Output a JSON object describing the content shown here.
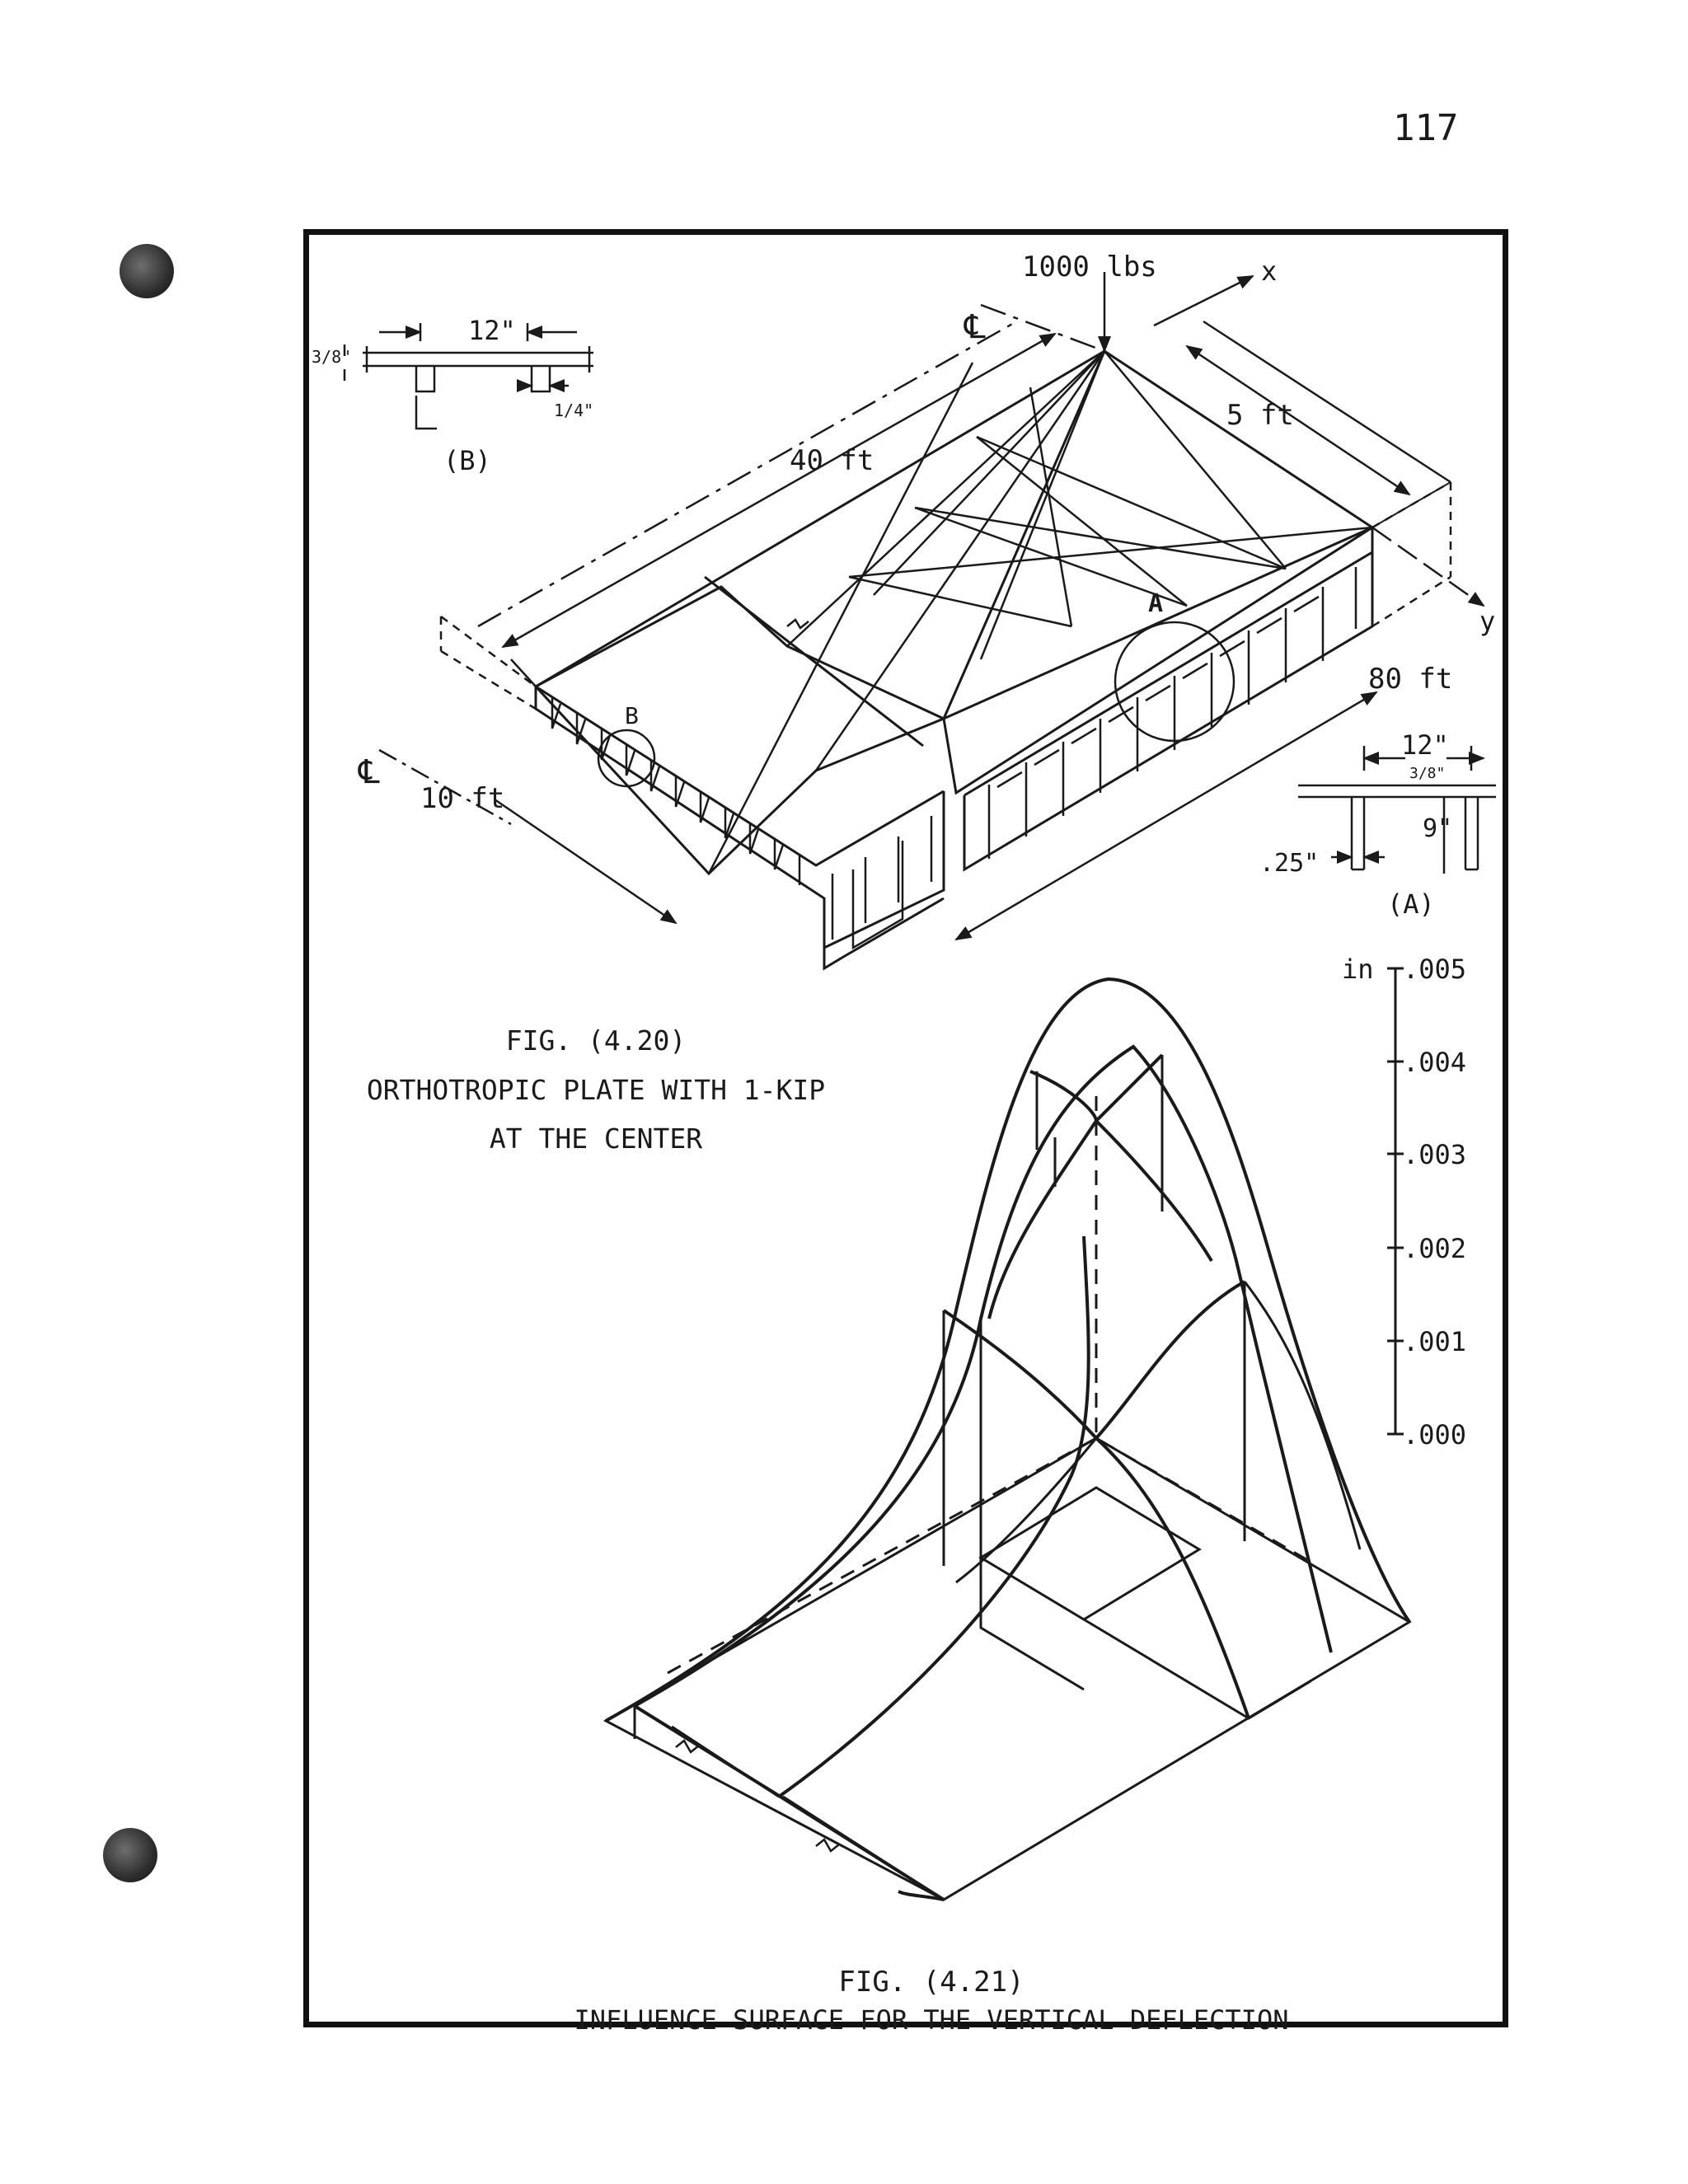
{
  "page_number": "117",
  "fig20": {
    "labels": {
      "load": "1000 lbs",
      "centerline": "℄",
      "axis_x": "x",
      "axis_y": "y",
      "dim_40": "40 ft",
      "dim_5": "5 ft",
      "dim_80": "80 ft",
      "dim_10": "10 ft",
      "detail_a": "A",
      "detail_b": "B"
    },
    "caption": {
      "number": "FIG. (4.20)",
      "line1": "ORTHOTROPIC PLATE WITH 1-KIP",
      "line2": "AT THE CENTER"
    }
  },
  "detail_b": {
    "label": "(B)",
    "spacing": "12\"",
    "plate_thickness": "3/8\"",
    "rib_thickness": "1/4\""
  },
  "detail_a": {
    "label": "(A)",
    "spacing": "12\"",
    "plate_thickness": "3/8\"",
    "rib_depth": "9\"",
    "rib_thickness": ".25\""
  },
  "scale": {
    "unit": "in",
    "ticks": [
      ".005",
      ".004",
      ".003",
      ".002",
      ".001",
      ".000"
    ]
  },
  "fig21": {
    "caption": {
      "number": "FIG. (4.21)",
      "title": "INFLUENCE SURFACE FOR THE VERTICAL DEFLECTION"
    }
  }
}
